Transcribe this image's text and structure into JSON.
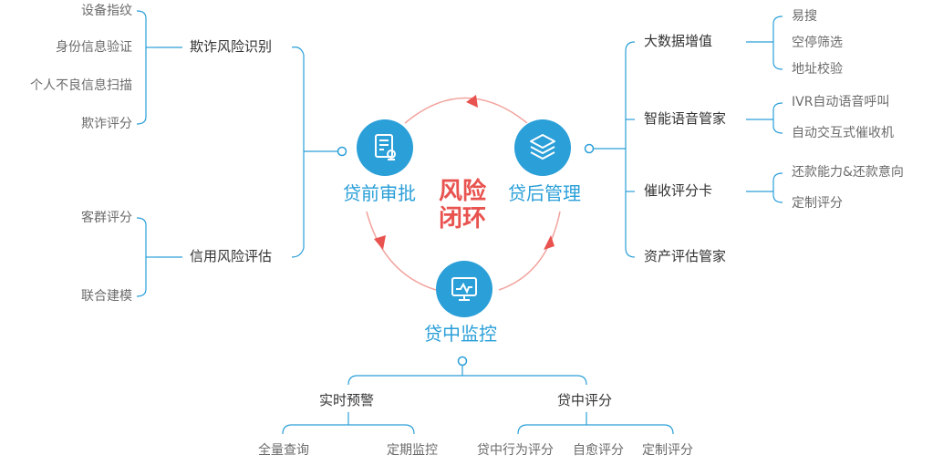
{
  "center": {
    "line1": "风险",
    "line2": "闭环"
  },
  "colors": {
    "accent_blue": "#2a9fd8",
    "accent_red": "#e8534f",
    "line": "#2a9fd8",
    "cycle": "#f2a39e"
  },
  "pre_loan": {
    "title": "贷前审批",
    "icon": "document-icon",
    "fraud": {
      "label": "欺诈风险识别",
      "items": [
        "设备指纹",
        "身份信息验证",
        "个人不良信息扫描",
        "欺诈评分"
      ]
    },
    "credit": {
      "label": "信用风险评估",
      "items": [
        "客群评分",
        "联合建模"
      ]
    }
  },
  "post_loan": {
    "title": "贷后管理",
    "icon": "layers-icon",
    "groups": [
      {
        "label": "大数据增值",
        "items": [
          "易搜",
          "空停筛选",
          "地址校验"
        ]
      },
      {
        "label": "智能语音管家",
        "items": [
          "IVR自动语音呼叫",
          "自动交互式催收机"
        ]
      },
      {
        "label": "催收评分卡",
        "items": [
          "还款能力&还款意向",
          "定制评分"
        ]
      },
      {
        "label": "资产评估管家",
        "items": []
      }
    ]
  },
  "mid_loan": {
    "title": "贷中监控",
    "icon": "monitor-icon",
    "warning": {
      "label": "实时预警",
      "items": [
        "全量查询",
        "定期监控"
      ]
    },
    "scoring": {
      "label": "贷中评分",
      "items": [
        "贷中行为评分",
        "自愈评分",
        "定制评分"
      ]
    }
  }
}
